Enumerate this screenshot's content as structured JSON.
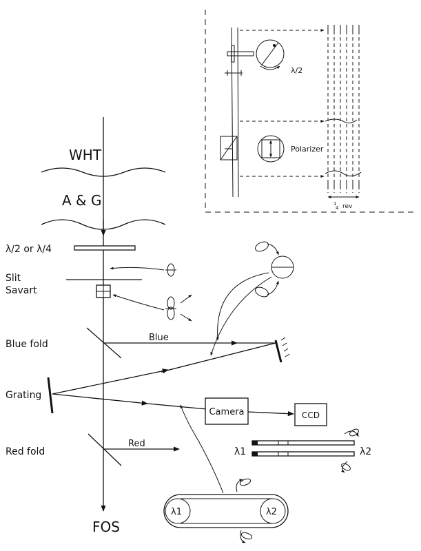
{
  "labels": {
    "wht": "WHT",
    "ag": "A & G",
    "waveplate": "λ/2 or λ/4",
    "slit": "Slit",
    "savart": "Savart",
    "blue_fold": "Blue fold",
    "blue_beam": "Blue",
    "grating": "Grating",
    "camera": "Camera",
    "ccd": "CCD",
    "red_fold": "Red fold",
    "red_beam": "Red",
    "fos": "FOS",
    "lambda1_top": "λ1",
    "lambda2_top": "λ2",
    "lambda1_bottom": "λ1",
    "lambda2_bottom": "λ2"
  },
  "inset": {
    "half_wave": "λ/2",
    "polarizer": "Polarizer",
    "quarter_num": "1",
    "quarter_den": "4",
    "rev": "rev"
  }
}
